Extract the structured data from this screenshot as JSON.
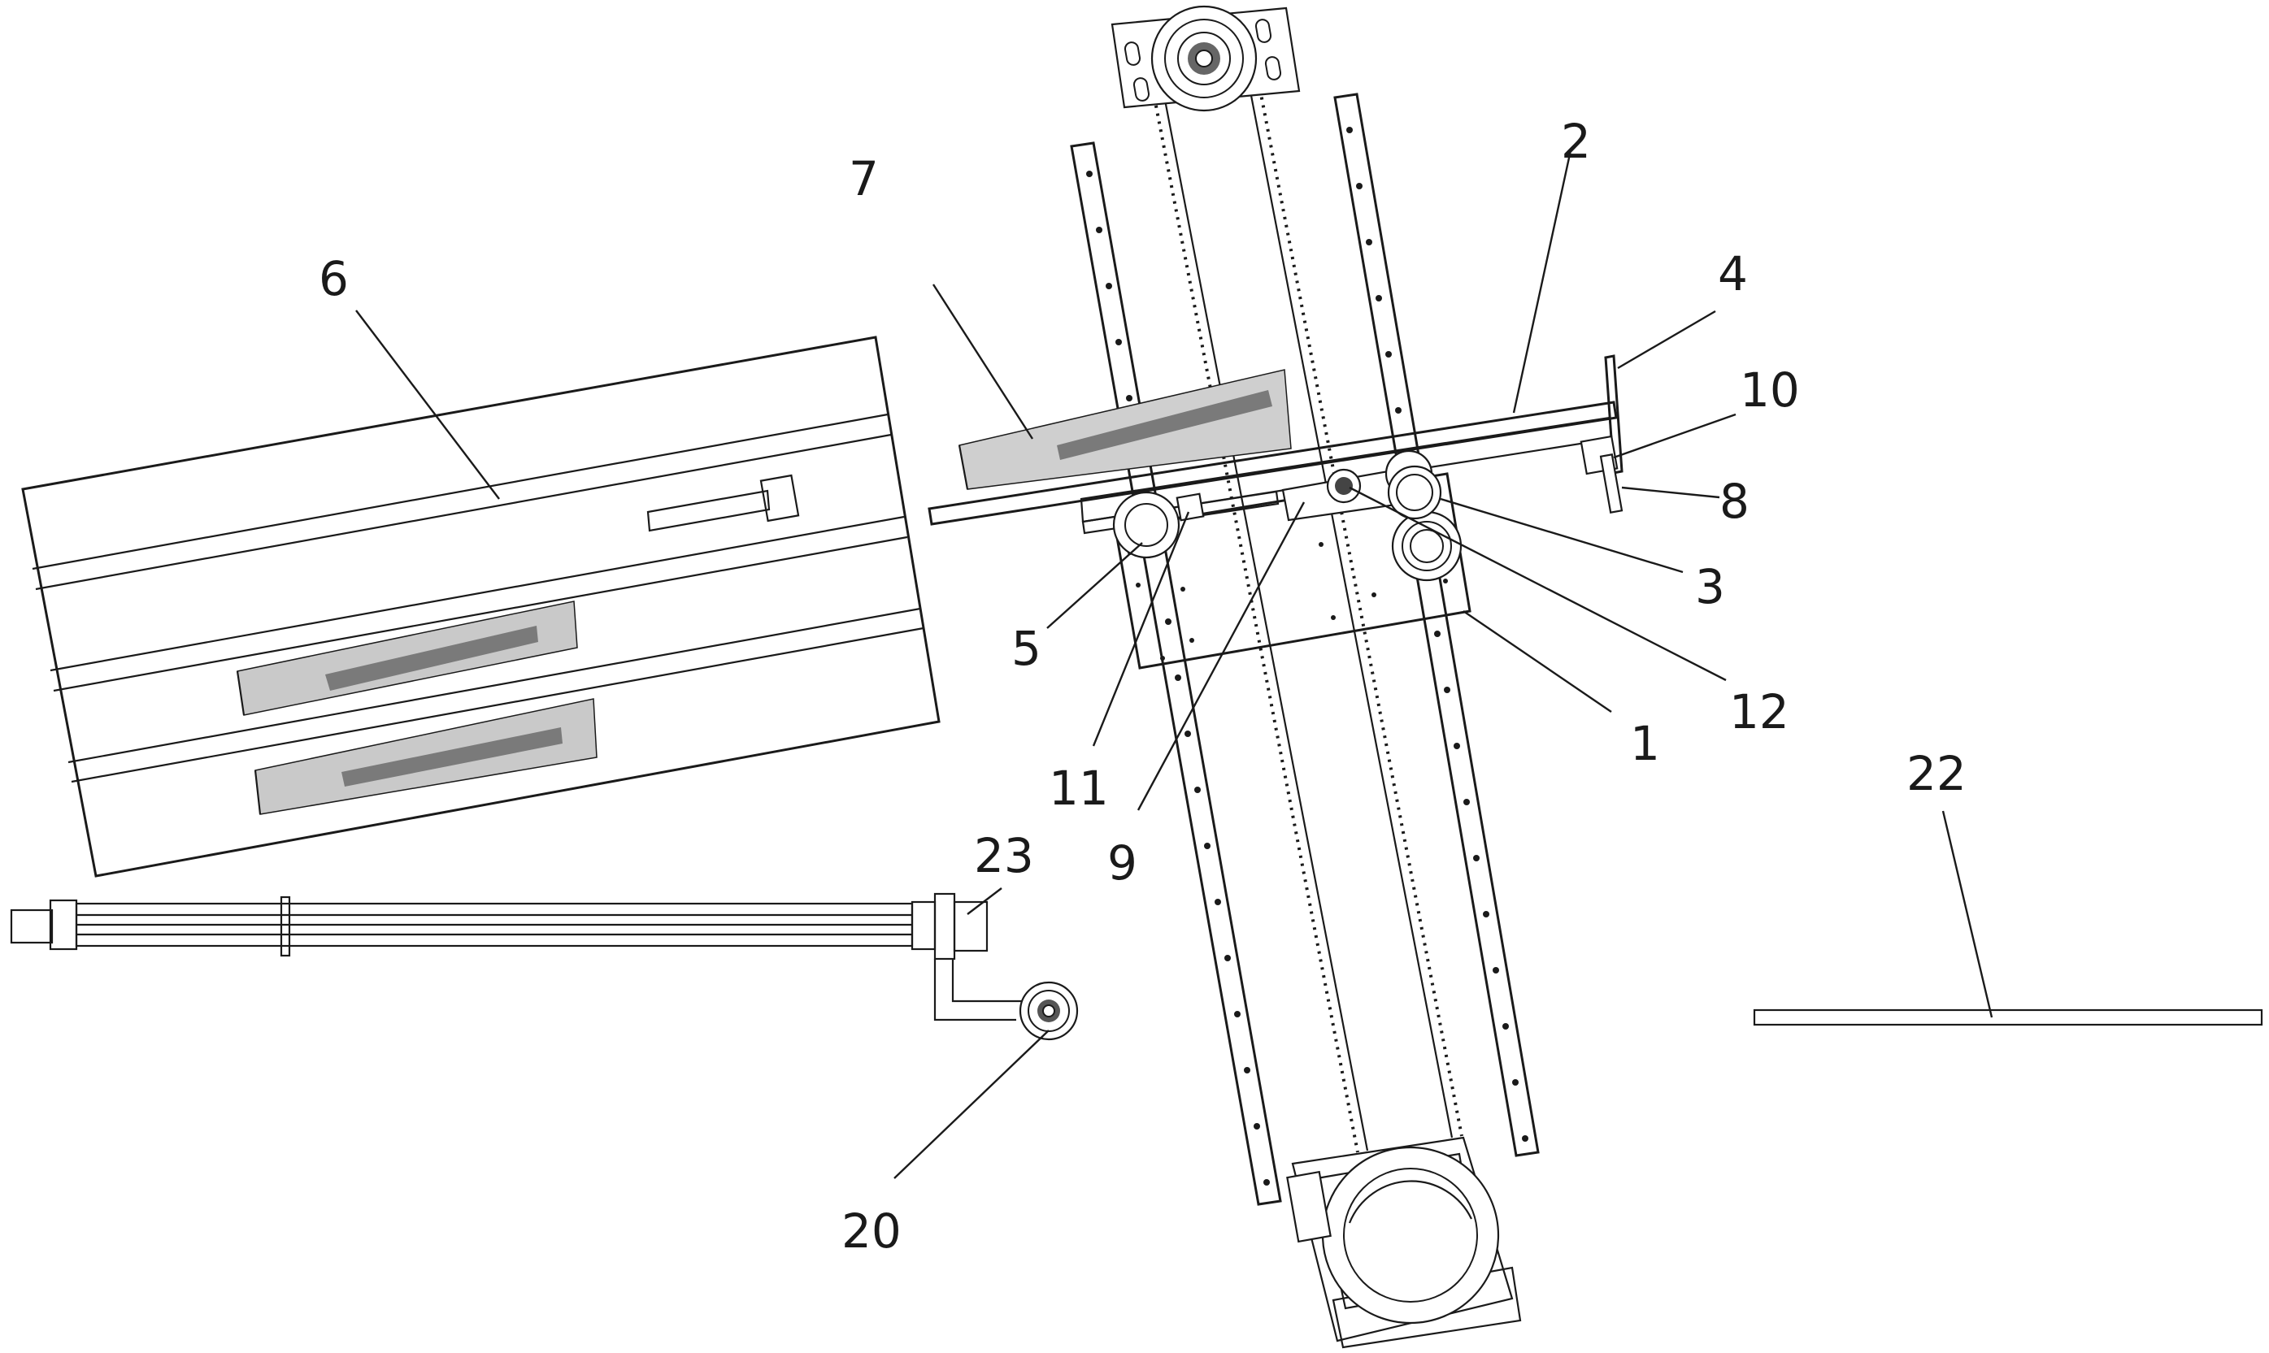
{
  "diagram": {
    "labels": {
      "l1": "1",
      "l2": "2",
      "l3": "3",
      "l4": "4",
      "l5": "5",
      "l6": "6",
      "l7": "7",
      "l8": "8",
      "l9": "9",
      "l10": "10",
      "l11": "11",
      "l12": "12",
      "l20": "20",
      "l22": "22",
      "l23": "23"
    },
    "line_color": "#1a1a1a",
    "background": "#ffffff"
  }
}
